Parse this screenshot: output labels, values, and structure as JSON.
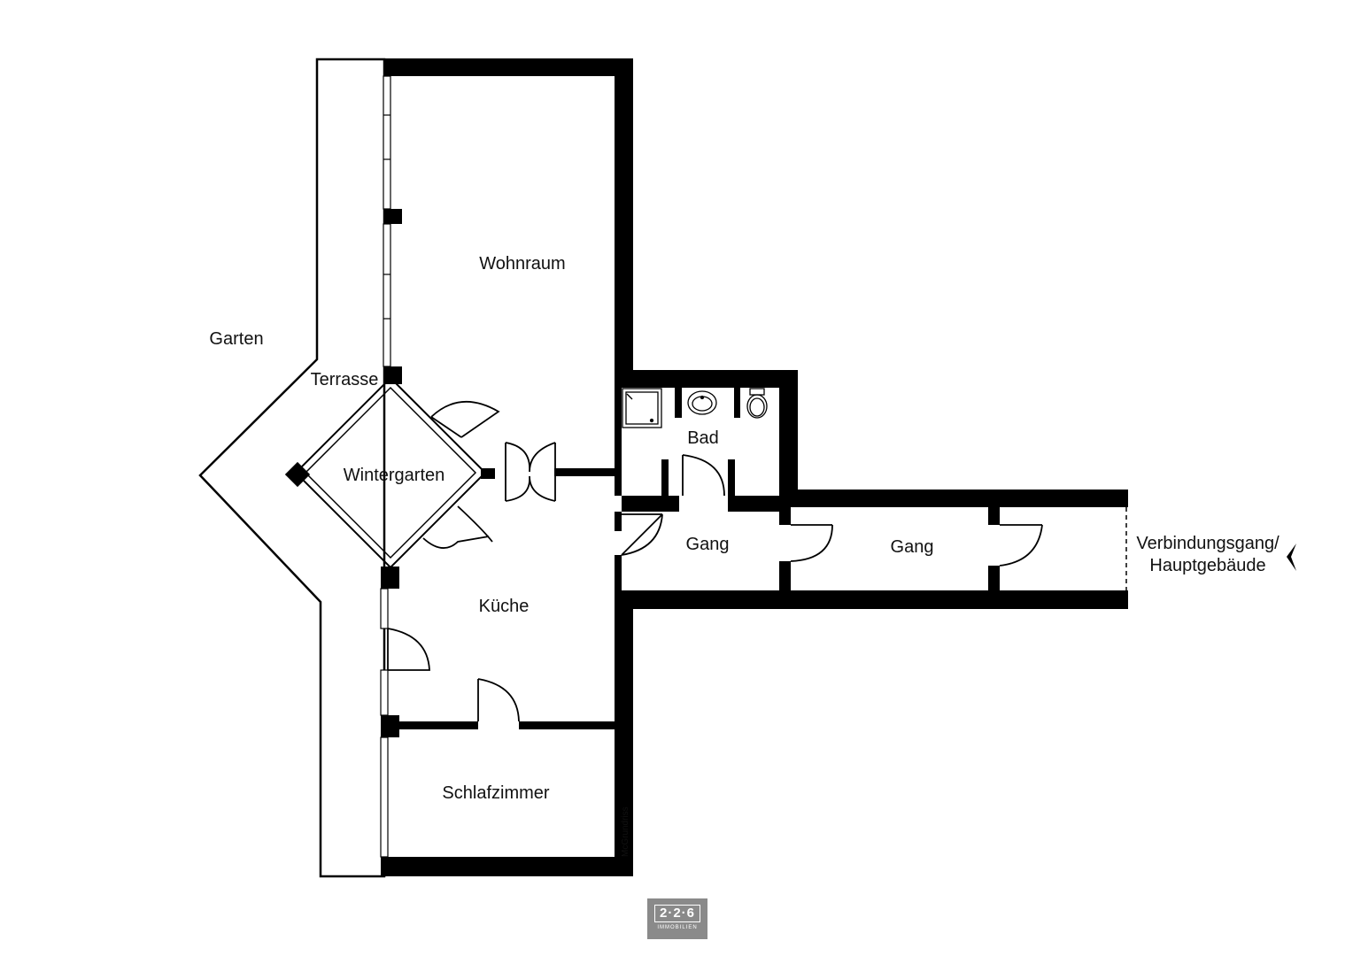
{
  "rooms": {
    "wohnraum": "Wohnraum",
    "garten": "Garten",
    "terrasse": "Terrasse",
    "wintergarten": "Wintergarten",
    "bad": "Bad",
    "gang_1": "Gang",
    "gang_2": "Gang",
    "kueche": "Küche",
    "schlafzimmer": "Schlafzimmer",
    "verbindungsgang_line1": "Verbindungsgang/",
    "verbindungsgang_line2": "Hauptgebäude"
  },
  "credit": "McGrundriss",
  "logo": {
    "mark": "2·2·6",
    "subtitle": "IMMOBILIEN"
  },
  "colors": {
    "wall": "#000000",
    "background": "#ffffff",
    "logo_bg": "#8a8a8a"
  },
  "icons": [
    "entrance-arrow-icon",
    "shower-icon",
    "sink-icon",
    "toilet-icon"
  ]
}
